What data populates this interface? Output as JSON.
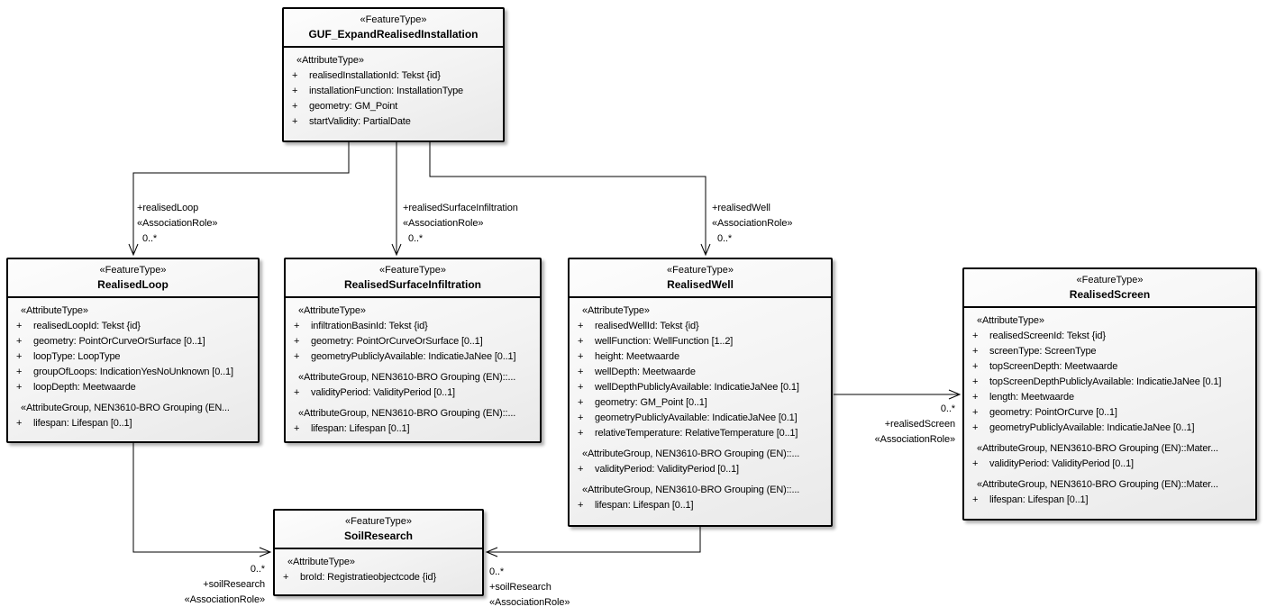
{
  "attribute_visibility": "+",
  "colors": {
    "box_border": "#000000",
    "box_fill_top": "#fdfdfd",
    "box_fill_bottom": "#e9e9e9",
    "connector": "#000000",
    "text": "#000000",
    "background": "#ffffff"
  },
  "classes": {
    "guf": {
      "stereotype": "«FeatureType»",
      "name": "GUF_ExpandRealisedInstallation",
      "sections": [
        {
          "stereotype": "«AttributeType»",
          "attributes": [
            "realisedInstallationId: Tekst {id}",
            "installationFunction: InstallationType",
            "geometry: GM_Point",
            "startValidity: PartialDate"
          ]
        }
      ]
    },
    "realisedLoop": {
      "stereotype": "«FeatureType»",
      "name": "RealisedLoop",
      "sections": [
        {
          "stereotype": "«AttributeType»",
          "attributes": [
            "realisedLoopId: Tekst {id}",
            "geometry: PointOrCurveOrSurface [0..1]",
            "loopType: LoopType",
            "groupOfLoops: IndicationYesNoUnknown [0..1]",
            "loopDepth: Meetwaarde"
          ]
        },
        {
          "stereotype": "«AttributeGroup, NEN3610-BRO Grouping (EN...",
          "attributes": [
            "lifespan: Lifespan [0..1]"
          ]
        }
      ]
    },
    "realisedSurfaceInfiltration": {
      "stereotype": "«FeatureType»",
      "name": "RealisedSurfaceInfiltration",
      "sections": [
        {
          "stereotype": "«AttributeType»",
          "attributes": [
            "infiltrationBasinId: Tekst {id}",
            "geometry: PointOrCurveOrSurface [0..1]",
            "geometryPubliclyAvailable: IndicatieJaNee [0..1]"
          ]
        },
        {
          "stereotype": "«AttributeGroup, NEN3610-BRO Grouping (EN)::...",
          "attributes": [
            "validityPeriod: ValidityPeriod [0..1]"
          ]
        },
        {
          "stereotype": "«AttributeGroup, NEN3610-BRO Grouping (EN)::...",
          "attributes": [
            "lifespan: Lifespan [0..1]"
          ]
        }
      ]
    },
    "realisedWell": {
      "stereotype": "«FeatureType»",
      "name": "RealisedWell",
      "sections": [
        {
          "stereotype": "«AttributeType»",
          "attributes": [
            "realisedWellId: Tekst {id}",
            "wellFunction: WellFunction [1..2]",
            "height: Meetwaarde",
            "wellDepth: Meetwaarde",
            "wellDepthPubliclyAvailable: IndicatieJaNee [0.1]",
            "geometry: GM_Point [0..1]",
            "geometryPubliclyAvailable: IndicatieJaNee [0.1]",
            "relativeTemperature: RelativeTemperature [0..1]"
          ]
        },
        {
          "stereotype": "«AttributeGroup, NEN3610-BRO Grouping (EN)::...",
          "attributes": [
            "validityPeriod: ValidityPeriod [0..1]"
          ]
        },
        {
          "stereotype": "«AttributeGroup, NEN3610-BRO Grouping (EN)::...",
          "attributes": [
            "lifespan: Lifespan [0..1]"
          ]
        }
      ]
    },
    "realisedScreen": {
      "stereotype": "«FeatureType»",
      "name": "RealisedScreen",
      "sections": [
        {
          "stereotype": "«AttributeType»",
          "attributes": [
            "realisedScreenId: Tekst {id}",
            "screenType: ScreenType",
            "topScreenDepth: Meetwaarde",
            "topScreenDepthPubliclyAvailable: IndicatieJaNee [0.1]",
            "length: Meetwaarde",
            "geometry: PointOrCurve [0..1]",
            "geometryPubliclyAvailable: IndicatieJaNee [0..1]"
          ]
        },
        {
          "stereotype": "«AttributeGroup, NEN3610-BRO Grouping (EN)::Mater...",
          "attributes": [
            "validityPeriod: ValidityPeriod [0..1]"
          ]
        },
        {
          "stereotype": "«AttributeGroup, NEN3610-BRO Grouping (EN)::Mater...",
          "attributes": [
            "lifespan: Lifespan [0..1]"
          ]
        }
      ]
    },
    "soilResearch": {
      "stereotype": "«FeatureType»",
      "name": "SoilResearch",
      "sections": [
        {
          "stereotype": "«AttributeType»",
          "attributes": [
            "broId: Registratieobjectcode {id}"
          ]
        }
      ]
    }
  },
  "associations": {
    "realisedLoop": {
      "lines": [
        "+realisedLoop",
        "«AssociationRole»",
        "0..*"
      ]
    },
    "realisedSurfaceInfiltration": {
      "lines": [
        "+realisedSurfaceInfiltration",
        "«AssociationRole»",
        "0..*"
      ]
    },
    "realisedWell": {
      "lines": [
        "+realisedWell",
        "«AssociationRole»",
        "0..*"
      ]
    },
    "realisedScreen": {
      "lines": [
        "0..*",
        "+realisedScreen",
        "«AssociationRole»"
      ]
    },
    "soilResearchFromLoop": {
      "lines": [
        "0..*",
        "+soilResearch",
        "«AssociationRole»"
      ]
    },
    "soilResearchFromWell": {
      "lines": [
        "0..*",
        "+soilResearch",
        "«AssociationRole»"
      ]
    }
  }
}
